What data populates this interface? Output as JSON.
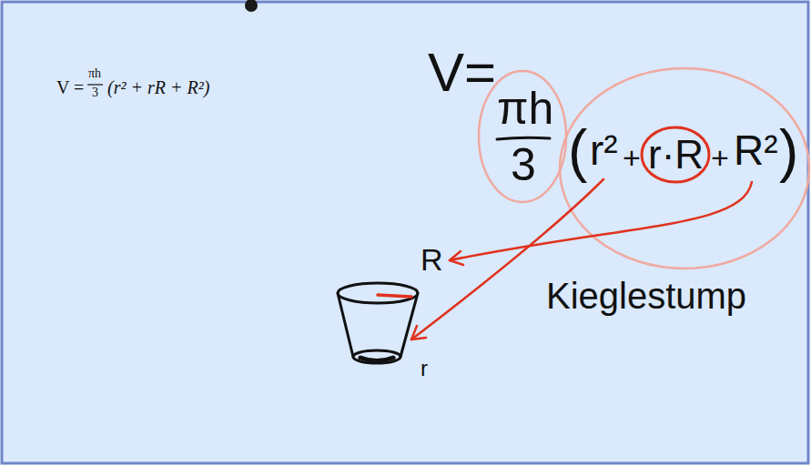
{
  "diagram": {
    "labels": [
      "V =",
      "πh",
      "3",
      "(r² + rR + R²)",
      "V=",
      "πh",
      "3",
      "(",
      "r²",
      "+",
      "r·R",
      "+",
      "R²",
      ")",
      "R",
      "r",
      "Kieglestump"
    ]
  }
}
